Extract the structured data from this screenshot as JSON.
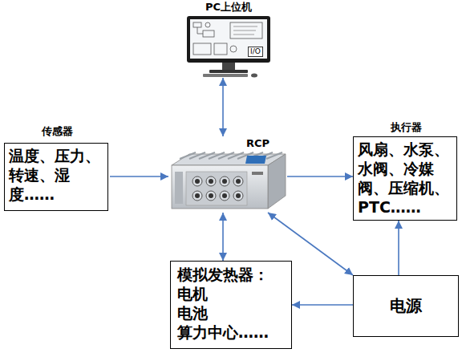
{
  "diagram": {
    "nodes": [
      {
        "text": [
          "PC上位机"
        ]
      },
      {
        "text": [
          "传感器",
          "温度、压力、转速、湿度……"
        ]
      },
      {
        "text": [
          "RCP"
        ]
      },
      {
        "text": [
          "执行器",
          "风扇、水泵、水阀、冷媒阀、压缩机、PTC……"
        ]
      },
      {
        "text": [
          "模拟发热器：",
          "电机",
          "电池",
          "算力中心……"
        ]
      },
      {
        "text": [
          "电源"
        ]
      }
    ],
    "edges": [
      {
        "from": 0,
        "to": 2,
        "arrow": "both"
      },
      {
        "from": 1,
        "to": 2,
        "arrow": "to"
      },
      {
        "from": 2,
        "to": 3,
        "arrow": "to"
      },
      {
        "from": 2,
        "to": 4,
        "arrow": "both"
      },
      {
        "from": 5,
        "to": 2,
        "arrow": "both"
      },
      {
        "from": 5,
        "to": 3,
        "arrow": "to"
      },
      {
        "from": 5,
        "to": 4,
        "arrow": "to"
      }
    ],
    "labels": [
      "I/O"
    ]
  }
}
